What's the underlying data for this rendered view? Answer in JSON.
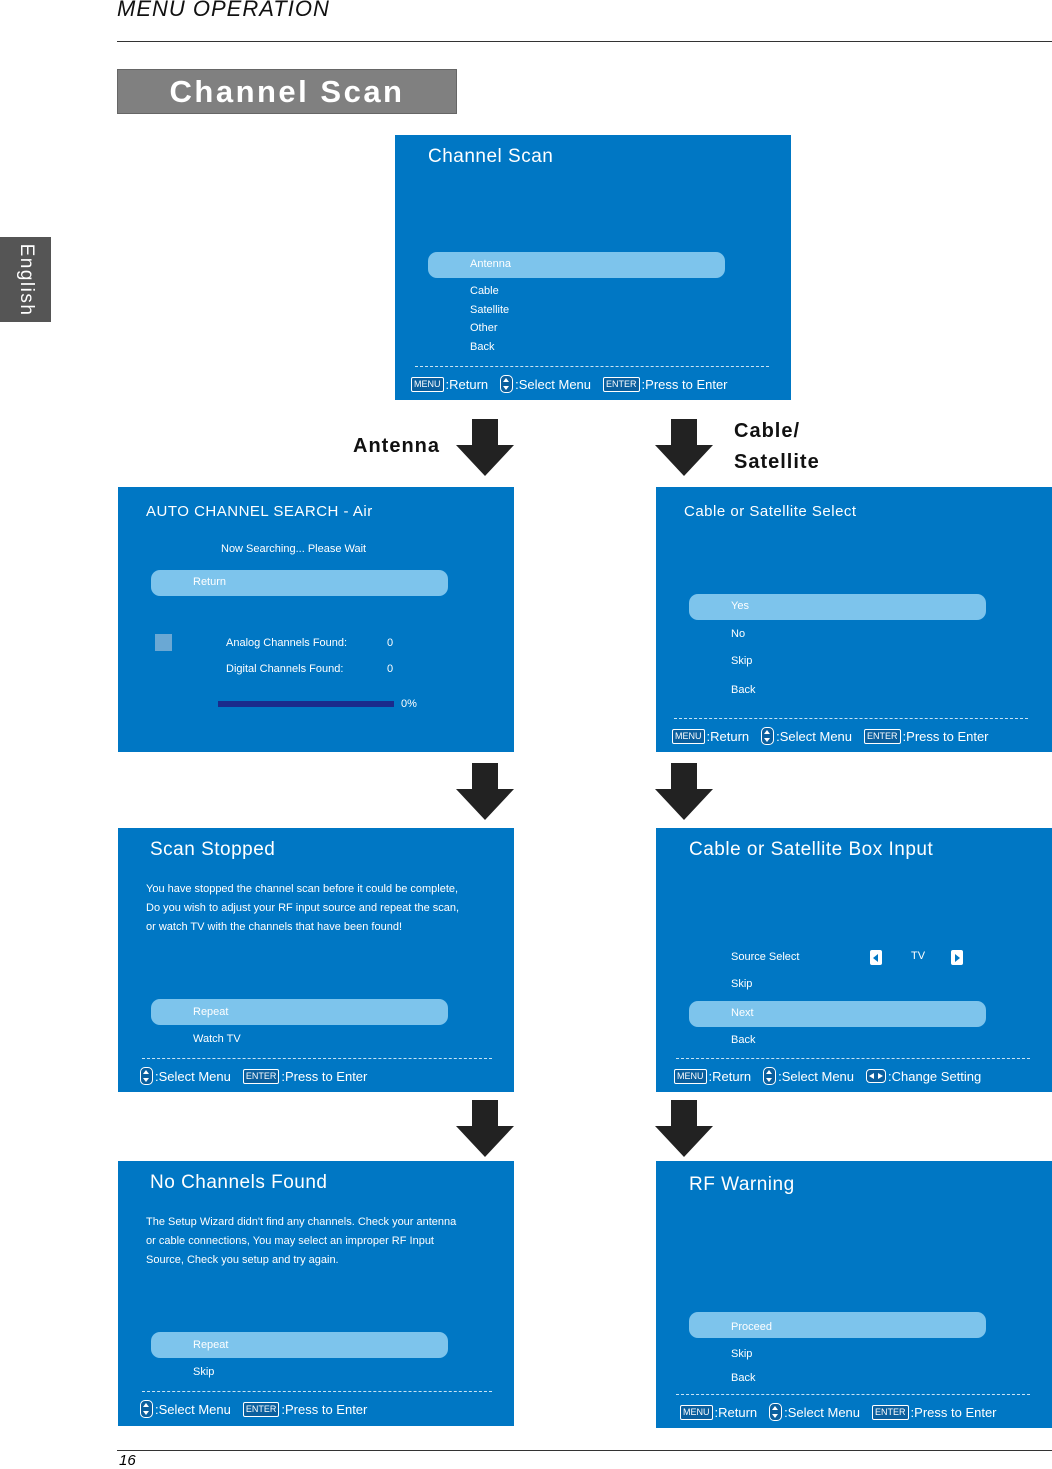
{
  "header": {
    "section": "MENU OPERATION",
    "page_title": "Channel Scan",
    "language_tab": "English",
    "page_number": "16"
  },
  "flow_labels": {
    "antenna": "Antenna",
    "cable_sat_1": "Cable/",
    "cable_sat_2": "Satellite"
  },
  "footer_labels": {
    "menu_key": "MENU",
    "enter_key": "ENTER",
    "return": ":Return",
    "select_menu": ":Select Menu",
    "press_enter": ":Press to Enter",
    "change_setting": ":Change Setting"
  },
  "screen_channel_scan": {
    "title": "Channel Scan",
    "items": [
      "Antenna",
      "Cable",
      "Satellite",
      "Other",
      "Back"
    ]
  },
  "screen_auto_search": {
    "title": "AUTO  CHANNEL  SEARCH  - Air",
    "status": "Now Searching... Please Wait",
    "return_item": "Return",
    "analog_label": "Analog Channels Found:",
    "analog_value": "0",
    "digital_label": "Digital Channels Found:",
    "digital_value": "0",
    "progress_text": "0%",
    "progress": 0
  },
  "screen_cable_select": {
    "title": "Cable or Satellite Select",
    "items": [
      "Yes",
      "No",
      "Skip",
      "Back"
    ]
  },
  "screen_scan_stopped": {
    "title": "Scan Stopped",
    "message": [
      "You have stopped the channel scan before it could be complete,",
      "Do you wish to adjust your RF input source and repeat the scan,",
      "or watch TV with the channels that have been found!"
    ],
    "items": [
      "Repeat",
      "Watch TV"
    ]
  },
  "screen_box_input": {
    "title": "Cable or Satellite Box Input",
    "source_label": "Source  Select",
    "source_value": "TV",
    "items": [
      "Skip",
      "Next",
      "Back"
    ]
  },
  "screen_no_channels": {
    "title": "No Channels Found",
    "message": [
      "The Setup Wizard didn't find any channels. Check your antenna",
      "or cable connections, You may select an improper RF Input",
      "Source, Check you setup and try again."
    ],
    "items": [
      "Repeat",
      "Skip"
    ]
  },
  "screen_rf_warning": {
    "title": "RF Warning",
    "items": [
      "Proceed",
      "Skip",
      "Back"
    ]
  },
  "colors": {
    "screen_bg": "#0077c4",
    "highlight": "#7dc4ec",
    "progress": "#1a2a8c"
  }
}
